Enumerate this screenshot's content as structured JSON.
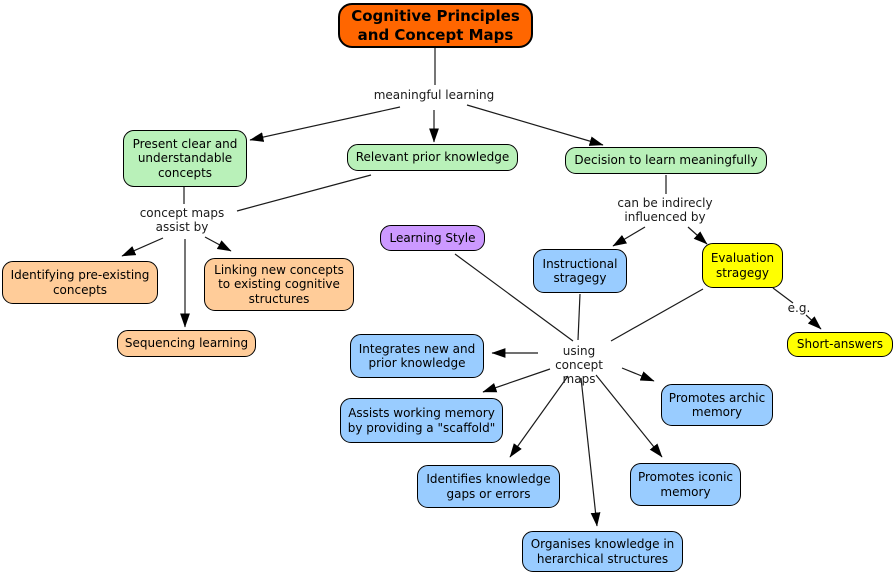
{
  "diagram_title": "Cognitive Principles and Concept Maps",
  "palette": {
    "orange": "#FF6600",
    "green": "#B9F1B9",
    "peach": "#FFCC99",
    "blue": "#99CCFF",
    "yellow": "#FFFF00",
    "purple": "#CC99FF",
    "border": "#000000",
    "line": "#1A1A1A",
    "background": "#FFFFFF",
    "text": "#000000"
  },
  "nodes": {
    "title": {
      "label": "Cognitive Principles and Concept Maps",
      "color": "orange"
    },
    "present_clear": {
      "label": "Present clear and understandable concepts",
      "color": "green"
    },
    "relevant_prior": {
      "label": "Relevant prior knowledge",
      "color": "green"
    },
    "decision_learn": {
      "label": "Decision to learn meaningfully",
      "color": "green"
    },
    "learning_style": {
      "label": "Learning Style",
      "color": "purple"
    },
    "instructional": {
      "label": "Instructional stragegy",
      "color": "blue"
    },
    "evaluation": {
      "label": "Evaluation stragegy",
      "color": "yellow"
    },
    "identifying": {
      "label": "Identifying pre-existing concepts",
      "color": "peach"
    },
    "linking": {
      "label": "Linking new concepts to existing cognitive structures",
      "color": "peach"
    },
    "sequencing": {
      "label": "Sequencing learning",
      "color": "peach"
    },
    "short_answers": {
      "label": "Short-answers",
      "color": "yellow"
    },
    "integrates": {
      "label": "Integrates new and prior knowledge",
      "color": "blue"
    },
    "assists": {
      "label": "Assists working memory by providing a \"scaffold\"",
      "color": "blue"
    },
    "identifies": {
      "label": "Identifies knowledge gaps or errors",
      "color": "blue"
    },
    "organises": {
      "label": "Organises knowledge in herarchical structures",
      "color": "blue"
    },
    "promotes_archic": {
      "label": "Promotes archic memory",
      "color": "blue"
    },
    "promotes_iconic": {
      "label": "Promotes iconic memory",
      "color": "blue"
    }
  },
  "labels": {
    "meaningful": "meaningful learning",
    "assist": "concept maps assist by",
    "influenced": "can be indirecly influenced by",
    "using": "using concept maps",
    "eg": "e.g."
  }
}
